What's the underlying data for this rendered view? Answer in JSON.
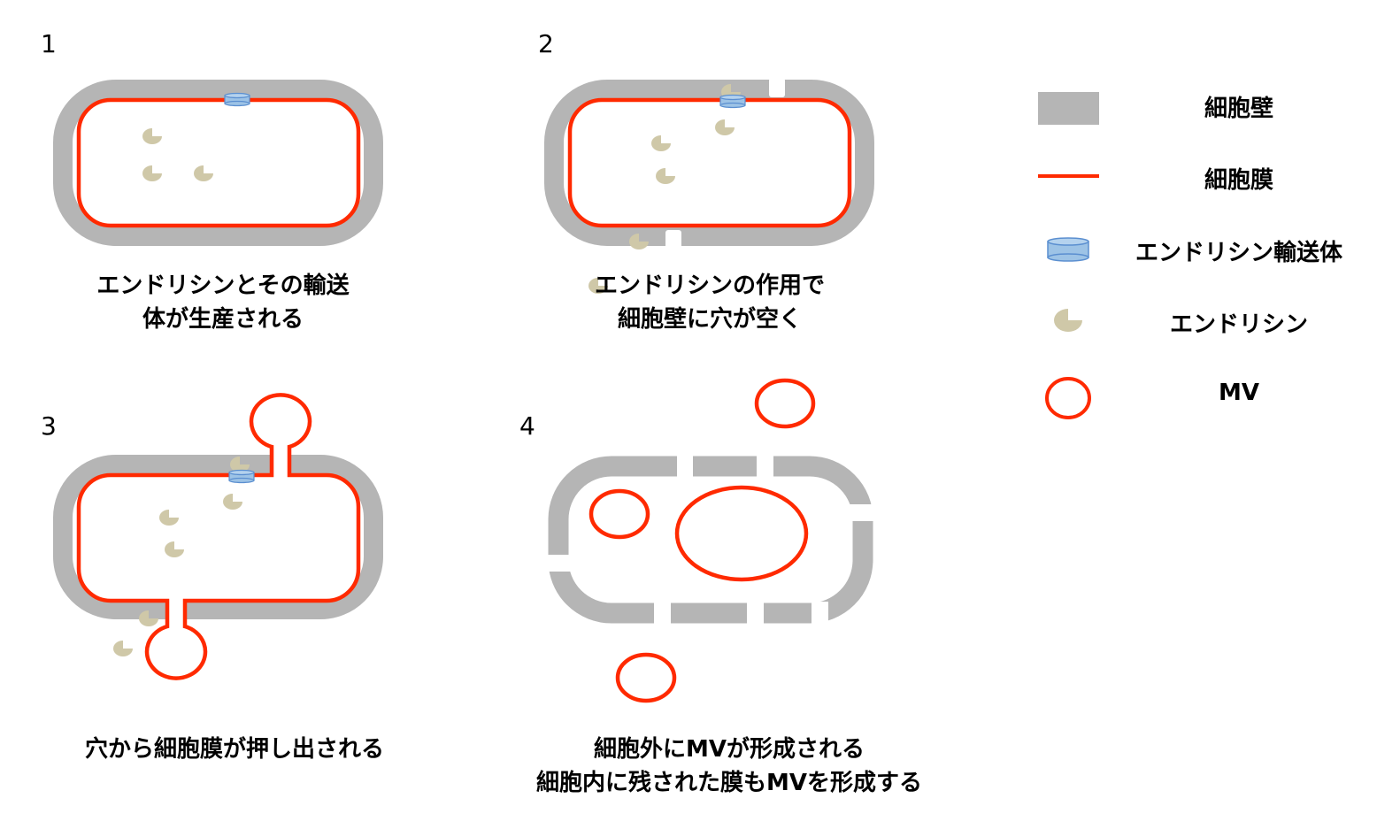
{
  "panels": [
    {
      "number": "1",
      "caption": [
        "エンドリシンとその輸送",
        "体が生産される"
      ]
    },
    {
      "number": "2",
      "caption": [
        "エンドリシンの作用で",
        "細胞壁に穴が空く"
      ]
    },
    {
      "number": "3",
      "caption": [
        "穴から細胞膜が押し出される"
      ]
    },
    {
      "number": "4",
      "caption": [
        "細胞外にMVが形成される",
        "細胞内に残された膜もMVを形成する"
      ]
    }
  ],
  "legend": [
    {
      "icon": "cell-wall-swatch",
      "label": "細胞壁"
    },
    {
      "icon": "cell-membrane-line",
      "label": "細胞膜"
    },
    {
      "icon": "transporter-cylinder",
      "label": "エンドリシン輸送体"
    },
    {
      "icon": "endolysin-pie",
      "label": "エンドリシン"
    },
    {
      "icon": "mv-circle",
      "label": "MV"
    }
  ],
  "colors": {
    "wall": "#b5b5b5",
    "membrane": "#ff2a00",
    "transporter": "#9dc3e6",
    "transporter_edge": "#5b8fd0",
    "endolysin": "#cfc8a8"
  }
}
